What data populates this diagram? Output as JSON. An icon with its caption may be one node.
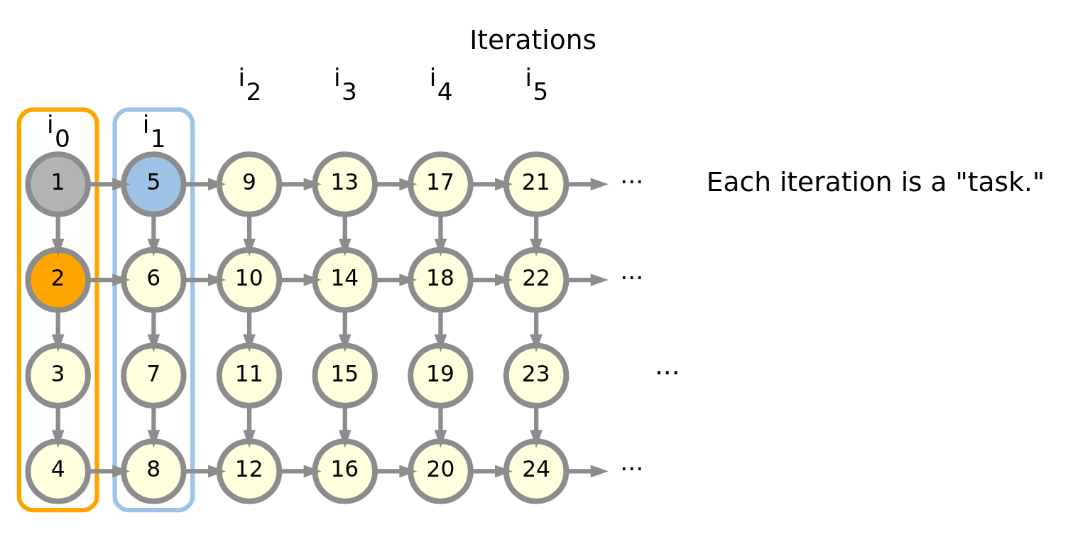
{
  "diagram": {
    "title": "Iterations",
    "nodes": [
      {
        "text": [
          "i$_{0}$"
        ]
      },
      {
        "text": [
          "1"
        ],
        "in": 0
      },
      {
        "text": [
          "2"
        ],
        "in": 0
      },
      {
        "text": [
          "3"
        ],
        "in": 0
      },
      {
        "text": [
          "4"
        ],
        "in": 0
      },
      {
        "text": [
          "i$_{1}$"
        ]
      },
      {
        "text": [
          "5"
        ],
        "in": 5
      },
      {
        "text": [
          "6"
        ],
        "in": 5
      },
      {
        "text": [
          "7"
        ],
        "in": 5
      },
      {
        "text": [
          "8"
        ],
        "in": 5
      },
      {
        "text": [
          "9"
        ]
      },
      {
        "text": [
          "10"
        ]
      },
      {
        "text": [
          "11"
        ]
      },
      {
        "text": [
          "12"
        ]
      },
      {
        "text": [
          "13"
        ]
      },
      {
        "text": [
          "14"
        ]
      },
      {
        "text": [
          "15"
        ]
      },
      {
        "text": [
          "16"
        ]
      },
      {
        "text": [
          "17"
        ]
      },
      {
        "text": [
          "18"
        ]
      },
      {
        "text": [
          "19"
        ]
      },
      {
        "text": [
          "20"
        ]
      },
      {
        "text": [
          "21"
        ]
      },
      {
        "text": [
          "22"
        ]
      },
      {
        "text": [
          "23"
        ]
      },
      {
        "text": [
          "24"
        ]
      },
      {
        "text": [
          "···"
        ]
      },
      {
        "text": [
          "···"
        ]
      },
      {
        "text": [
          "···"
        ]
      }
    ],
    "edges": [
      {
        "from": 1,
        "to": 6,
        "arrow": "to"
      },
      {
        "from": 6,
        "to": 10,
        "arrow": "to"
      },
      {
        "from": 10,
        "to": 14,
        "arrow": "to"
      },
      {
        "from": 14,
        "to": 18,
        "arrow": "to"
      },
      {
        "from": 18,
        "to": 22,
        "arrow": "to"
      },
      {
        "from": 22,
        "to": 26,
        "arrow": "to"
      },
      {
        "from": 1,
        "to": 2,
        "arrow": "to"
      },
      {
        "from": 6,
        "to": 7,
        "arrow": "to"
      },
      {
        "from": 10,
        "to": 11,
        "arrow": "to"
      },
      {
        "from": 14,
        "to": 15,
        "arrow": "to"
      },
      {
        "from": 18,
        "to": 19,
        "arrow": "to"
      },
      {
        "from": 22,
        "to": 23,
        "arrow": "to"
      },
      {
        "from": 2,
        "to": 7,
        "arrow": "to"
      },
      {
        "from": 7,
        "to": 11,
        "arrow": "to"
      },
      {
        "from": 11,
        "to": 15,
        "arrow": "to"
      },
      {
        "from": 15,
        "to": 19,
        "arrow": "to"
      },
      {
        "from": 19,
        "to": 23,
        "arrow": "to"
      },
      {
        "from": 23,
        "to": 27,
        "arrow": "to"
      },
      {
        "from": 2,
        "to": 3,
        "arrow": "to"
      },
      {
        "from": 7,
        "to": 8,
        "arrow": "to"
      },
      {
        "from": 11,
        "to": 12,
        "arrow": "to"
      },
      {
        "from": 15,
        "to": 16,
        "arrow": "to"
      },
      {
        "from": 19,
        "to": 20,
        "arrow": "to"
      },
      {
        "from": 23,
        "to": 24,
        "arrow": "to"
      },
      {
        "from": 3,
        "to": 4,
        "arrow": "to"
      },
      {
        "from": 8,
        "to": 9,
        "arrow": "to"
      },
      {
        "from": 12,
        "to": 13,
        "arrow": "to"
      },
      {
        "from": 16,
        "to": 17,
        "arrow": "to"
      },
      {
        "from": 20,
        "to": 21,
        "arrow": "to"
      },
      {
        "from": 24,
        "to": 25,
        "arrow": "to"
      },
      {
        "from": 4,
        "to": 9,
        "arrow": "to"
      },
      {
        "from": 9,
        "to": 13,
        "arrow": "to"
      },
      {
        "from": 13,
        "to": 17,
        "arrow": "to"
      },
      {
        "from": 17,
        "to": 21,
        "arrow": "to"
      },
      {
        "from": 21,
        "to": 25,
        "arrow": "to"
      },
      {
        "from": 25,
        "to": 28,
        "arrow": "to"
      }
    ],
    "labels": [
      "i$_{2}$",
      "i$_{3}$",
      "i$_{4}$",
      "i$_{5}$",
      "Each iteration is a \"task.\"",
      "···"
    ]
  }
}
